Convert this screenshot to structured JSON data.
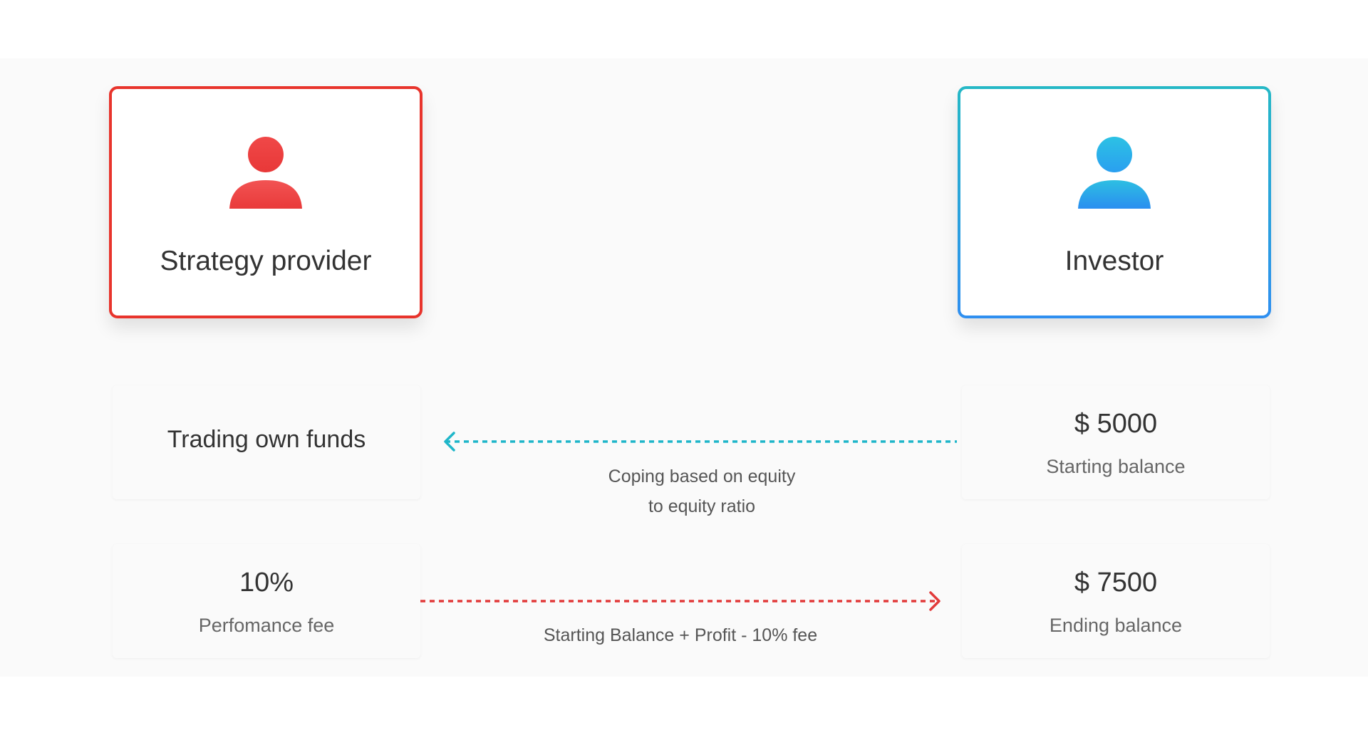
{
  "provider": {
    "title": "Strategy provider",
    "icon": "person-icon",
    "color": "#e8342c"
  },
  "investor": {
    "title": "Investor",
    "icon": "person-icon",
    "color_top": "#25b8c6",
    "color_bottom": "#2f8ff0"
  },
  "provider_funds": {
    "label": "Trading own funds"
  },
  "investor_start": {
    "value": "$ 5000",
    "label": "Starting balance"
  },
  "copy_flow": {
    "caption_line1": "Coping based on equity",
    "caption_line2": "to equity ratio",
    "color": "#1fb6c9"
  },
  "provider_fee": {
    "value": "10%",
    "label": "Perfomance fee"
  },
  "investor_end": {
    "value": "$ 7500",
    "label": "Ending balance"
  },
  "fee_flow": {
    "caption": "Starting Balance + Profit - 10% fee",
    "color": "#e23a3a"
  }
}
